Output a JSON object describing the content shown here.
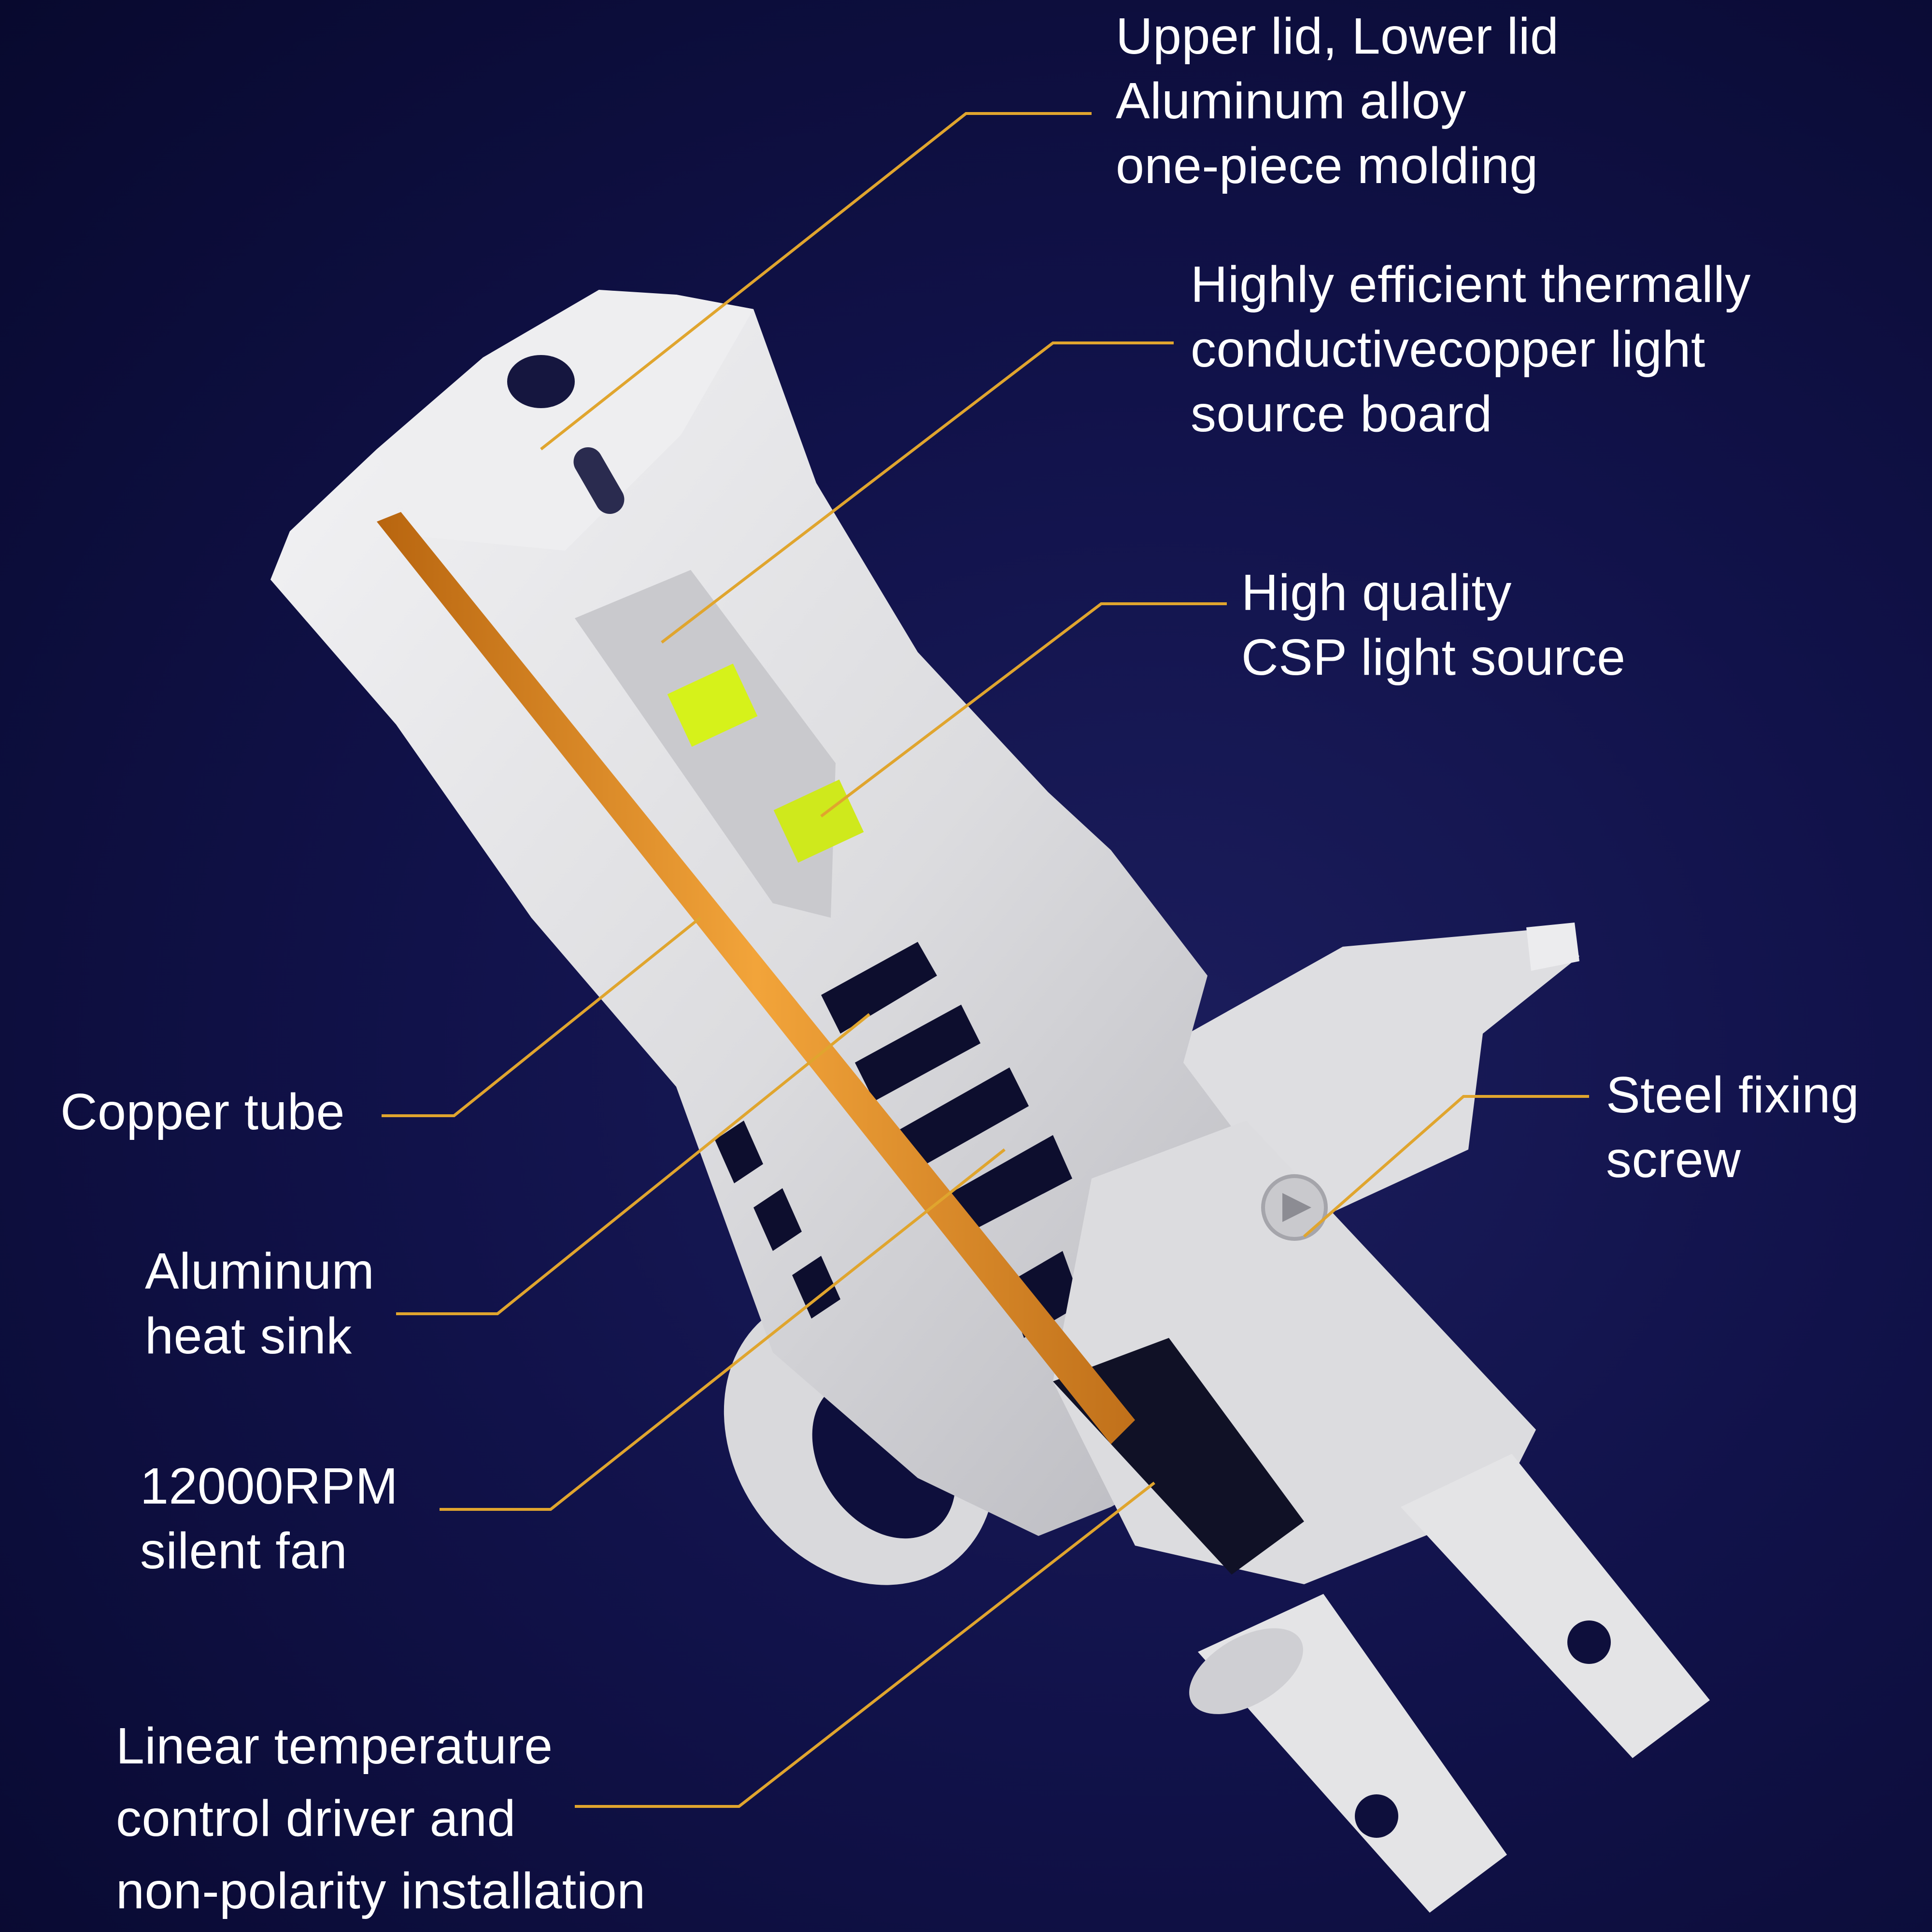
{
  "theme": {
    "background": "#0c0d3a",
    "leader_line": "#e0a52e",
    "housing": "#e3e3e5",
    "copper": "#e8942a",
    "led": "#d6f21a"
  },
  "callouts": [
    {
      "id": "upper-lower-lid",
      "lines": [
        "Upper lid, Lower lid",
        "Aluminum alloy",
        "one-piece molding"
      ]
    },
    {
      "id": "copper-light-board",
      "lines": [
        "Highly efficient thermally",
        "conductivecopper light",
        "source board"
      ]
    },
    {
      "id": "csp-light-source",
      "lines": [
        "High quality",
        "CSP light source"
      ]
    },
    {
      "id": "steel-fixing-screw",
      "lines": [
        "Steel fixing",
        "screw"
      ]
    },
    {
      "id": "copper-tube",
      "lines": [
        "Copper tube"
      ]
    },
    {
      "id": "aluminum-heat-sink",
      "lines": [
        "Aluminum",
        "heat sink"
      ]
    },
    {
      "id": "silent-fan",
      "lines": [
        "12000RPM",
        "silent fan"
      ]
    },
    {
      "id": "driver",
      "lines": [
        "Linear temperature",
        "control driver and",
        "non-polarity installation"
      ]
    }
  ]
}
